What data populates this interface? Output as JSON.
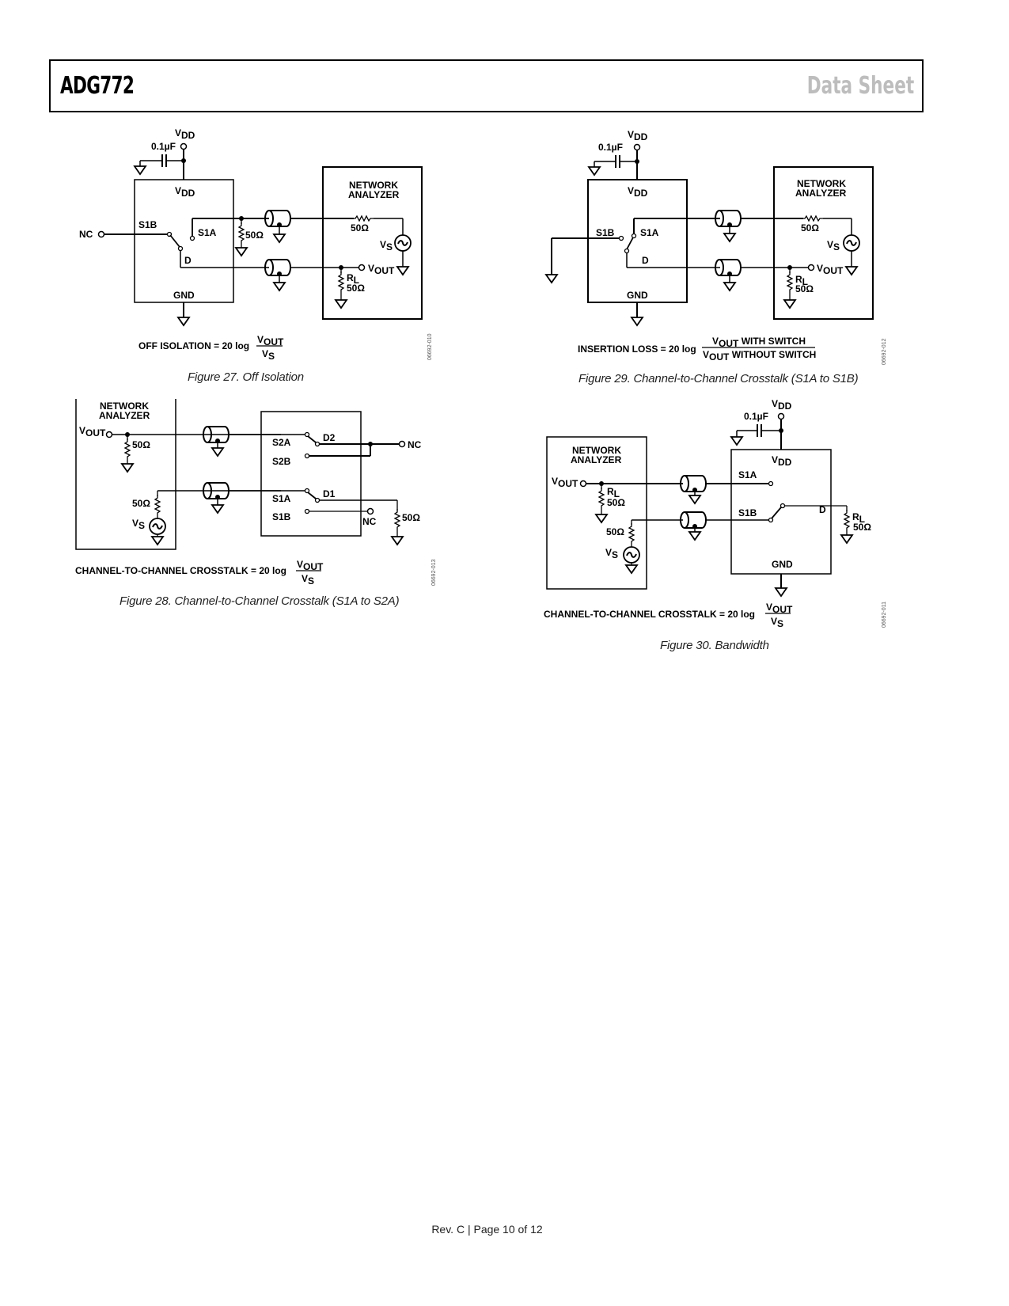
{
  "header": {
    "part_number": "ADG772",
    "document_type": "Data Sheet"
  },
  "figures": [
    {
      "number": 27,
      "caption": "Figure 27. Off Isolation",
      "code": "06692-010",
      "labels": {
        "vdd_pin": "V",
        "vdd_pin_sub": "DD",
        "cap": "0.1µF",
        "vdd_box": "V",
        "vdd_box_sub": "DD",
        "nc": "NC",
        "s1b": "S1B",
        "s1a": "S1A",
        "d": "D",
        "gnd": "GND",
        "r_term": "50Ω",
        "analyzer_line1": "NETWORK",
        "analyzer_line2": "ANALYZER",
        "r_source": "50Ω",
        "vs": "V",
        "vs_sub": "S",
        "vout": "V",
        "vout_sub": "OUT",
        "rl": "R",
        "rl_sub": "L",
        "rl_value": "50Ω"
      },
      "formula": {
        "lhs": "OFF ISOLATION = 20 log",
        "num": "V",
        "num_sub": "OUT",
        "den": "V",
        "den_sub": "S"
      }
    },
    {
      "number": 28,
      "caption": "Figure 28. Channel-to-Channel Crosstalk (S1A to S2A)",
      "code": "06692-013",
      "labels": {
        "analyzer_line1": "NETWORK",
        "analyzer_line2": "ANALYZER",
        "vout": "V",
        "vout_sub": "OUT",
        "r_out": "50Ω",
        "r_source": "50Ω",
        "vs": "V",
        "vs_sub": "S",
        "s2a": "S2A",
        "s2b": "S2B",
        "d2": "D2",
        "nc_top": "NC",
        "s1a": "S1A",
        "s1b": "S1B",
        "d1": "D1",
        "nc_bottom": "NC",
        "r_load": "50Ω"
      },
      "formula": {
        "lhs": "CHANNEL-TO-CHANNEL CROSSTALK = 20 log",
        "num": "V",
        "num_sub": "OUT",
        "den": "V",
        "den_sub": "S"
      }
    },
    {
      "number": 29,
      "caption": "Figure 29. Channel-to-Channel Crosstalk (S1A to S1B)",
      "code": "06692-012",
      "labels": {
        "vdd_pin": "V",
        "vdd_pin_sub": "DD",
        "cap": "0.1µF",
        "vdd_box": "V",
        "vdd_box_sub": "DD",
        "s1b": "S1B",
        "s1a": "S1A",
        "d": "D",
        "gnd": "GND",
        "analyzer_line1": "NETWORK",
        "analyzer_line2": "ANALYZER",
        "r_source": "50Ω",
        "vs": "V",
        "vs_sub": "S",
        "vout": "V",
        "vout_sub": "OUT",
        "rl": "R",
        "rl_sub": "L",
        "rl_value": "50Ω"
      },
      "formula": {
        "lhs": "INSERTION LOSS = 20 log",
        "num": "V",
        "num_sub": "OUT",
        "num_tail": " WITH SWITCH",
        "den": "V",
        "den_sub": "OUT",
        "den_tail": " WITHOUT SWITCH"
      }
    },
    {
      "number": 30,
      "caption": "Figure 30. Bandwidth",
      "code": "06692-011",
      "labels": {
        "vdd_pin": "V",
        "vdd_pin_sub": "DD",
        "cap": "0.1µF",
        "vdd_box": "V",
        "vdd_box_sub": "DD",
        "analyzer_line1": "NETWORK",
        "analyzer_line2": "ANALYZER",
        "vout": "V",
        "vout_sub": "OUT",
        "rl": "R",
        "rl_sub": "L",
        "rl_value": "50Ω",
        "r_source": "50Ω",
        "vs": "V",
        "vs_sub": "S",
        "s1a": "S1A",
        "s1b": "S1B",
        "d": "D",
        "gnd": "GND",
        "rl_out": "R",
        "rl_out_sub": "L",
        "rl_out_value": "50Ω"
      },
      "formula": {
        "lhs": "CHANNEL-TO-CHANNEL CROSSTALK = 20 log",
        "num": "V",
        "num_sub": "OUT",
        "den": "V",
        "den_sub": "S"
      }
    }
  ],
  "footer": {
    "text": "Rev. C | Page 10 of 12"
  }
}
